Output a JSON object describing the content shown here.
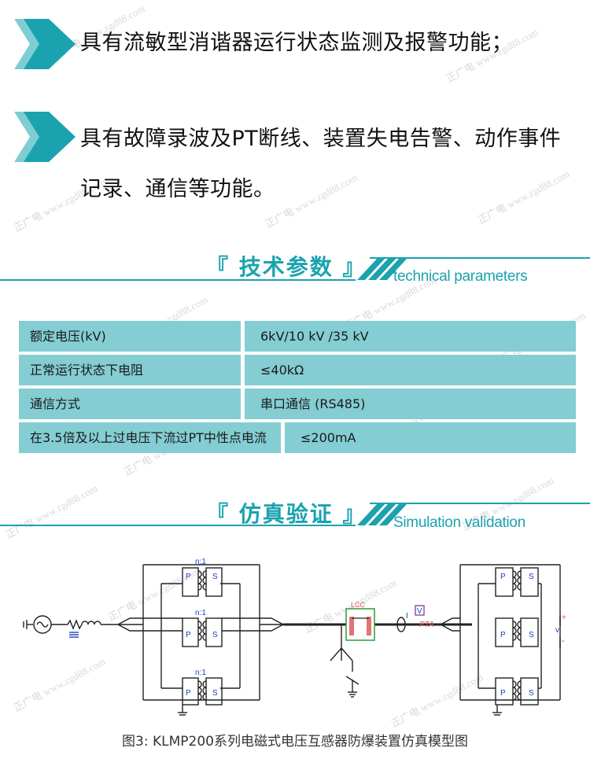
{
  "features": [
    {
      "lines": [
        "具有流敏型消谐器运行状态监测及报警功能；"
      ]
    },
    {
      "lines": [
        "具有故障录波及PT断线、装置失电告警、动作事件",
        "记录、通信等功能。"
      ]
    }
  ],
  "tech_section": {
    "title": "『 技术参数 』",
    "subtitle": "technical parameters"
  },
  "params": [
    {
      "label": "额定电压(kV)",
      "value": "6kV/10 kV /35 kV"
    },
    {
      "label": "正常运行状态下电阻",
      "value": "≤40kΩ"
    },
    {
      "label": "通信方式",
      "value": "串口通信 (RS485)"
    },
    {
      "label": "在3.5倍及以上过电压下流过PT中性点电流",
      "value": "≤200mA"
    }
  ],
  "sim_section": {
    "title": "『 仿真验证 』",
    "subtitle": "Simulation validation"
  },
  "circuit_labels": {
    "ratio": "n:1",
    "primary": "P",
    "secondary": "S",
    "lcc": "LCC",
    "current": "I",
    "meter": "V",
    "pt": "PTA",
    "plus": "+",
    "minus": "-",
    "vlabel": "v"
  },
  "figure_caption": "图3: KLMP200系列电磁式电压互感器防爆装置仿真模型图",
  "watermark": "正广电 www.zgd88.com",
  "colors": {
    "accent": "#1aa3ae",
    "table_bg": "#83cdd3",
    "circuit": "#222222",
    "label_blue": "#1a3fbf",
    "lcc_green": "#2e9a3a"
  }
}
